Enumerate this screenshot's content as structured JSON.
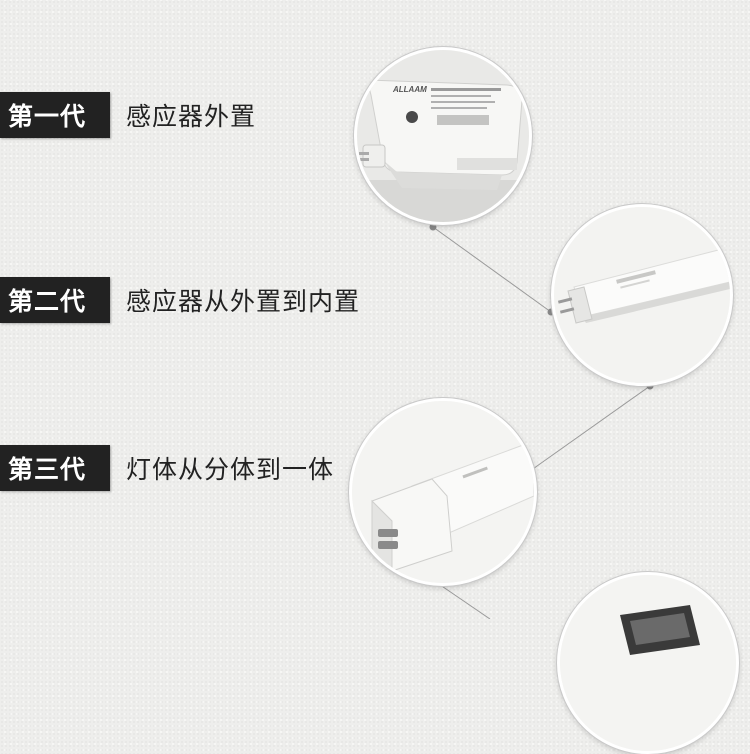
{
  "generations": [
    {
      "badge": "第一代",
      "text": "感应器外置"
    },
    {
      "badge": "第二代",
      "text": "感应器从外置到内置"
    },
    {
      "badge": "第三代",
      "text": "灯体从分体到一体"
    }
  ],
  "photos": [
    {
      "name": "external-sensor-box",
      "brand": "ALLAAM"
    },
    {
      "name": "t8-tube-with-internal-sensor"
    },
    {
      "name": "integrated-t5-fixture"
    },
    {
      "name": "fourth-product-partial"
    }
  ],
  "colors": {
    "badge_bg": "#222222",
    "badge_text": "#ffffff",
    "label_text": "#222222",
    "connector": "#9a9a9a"
  }
}
